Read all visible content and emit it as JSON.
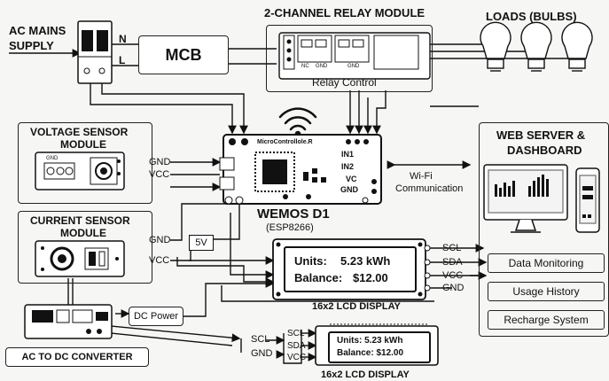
{
  "supply": {
    "line1": "AC MAINS",
    "line2": "SUPPLY",
    "n": "N",
    "l": "L"
  },
  "mcb": {
    "label": "MCB"
  },
  "relay": {
    "title": "2-CHANNEL RELAY MODULE",
    "caption": "Relay Control",
    "nc": "NC",
    "gnd1": "GND",
    "gnd2": "GND"
  },
  "loads": {
    "title": "LOADS (BULBS)"
  },
  "voltage_sensor": {
    "title1": "VOLTAGE SENSOR",
    "title2": "MODULE",
    "gnd": "GND",
    "vcc": "VCC",
    "pcb_gnd": "GND"
  },
  "current_sensor": {
    "title1": "CURRENT SENSOR",
    "title2": "MODULE",
    "gnd": "GND",
    "vcc": "VCC",
    "v5": "5V"
  },
  "mcu": {
    "board_label": "MicroControllole.R",
    "pins": [
      "IN1",
      "IN2",
      "VC",
      "GND"
    ],
    "name": "WEMOS D1",
    "chip": "(ESP8266)"
  },
  "wifi": {
    "line1": "Wi-Fi",
    "line2": "Communication"
  },
  "web": {
    "title1": "WEB SERVER &",
    "title2": "DASHBOARD",
    "buttons": [
      "Data Monitoring",
      "Usage History",
      "Recharge System"
    ]
  },
  "lcd_main": {
    "line1_label": "Units:",
    "line1_value": "5.23 kWh",
    "line2_label": "Balance:",
    "line2_value": "$12.00",
    "caption": "16x2 LCD DISPLAY",
    "pins": [
      "SCL",
      "SDA",
      "VCC",
      "GND"
    ]
  },
  "dc_power": {
    "label": "DC Power"
  },
  "converter": {
    "label": "AC TO DC CONVERTER"
  },
  "lcd_small": {
    "line1": "Units: 5.23 kWh",
    "line2": "Balance: $12.00",
    "caption": "16x2 LCD DISPLAY",
    "pins": [
      "SCL",
      "SDA",
      "VCC"
    ],
    "ext_scl": "SCL",
    "ext_gnd": "GND"
  }
}
